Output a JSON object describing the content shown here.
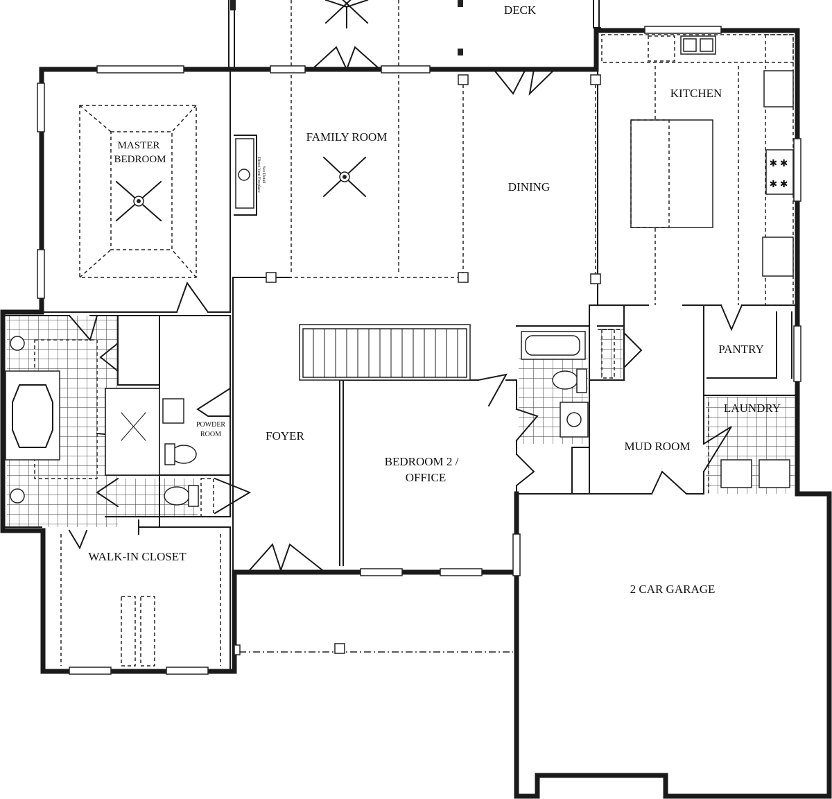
{
  "rooms": {
    "deck": "DECK",
    "kitchen": "KITCHEN",
    "family_room": "FAMILY ROOM",
    "master_bedroom_line1": "MASTER",
    "master_bedroom_line2": "BEDROOM",
    "dining": "DINING",
    "pantry": "PANTRY",
    "laundry": "LAUNDRY",
    "mud_room": "MUD ROOM",
    "powder_room_line1": "POWDER",
    "powder_room_line2": "ROOM",
    "foyer": "FOYER",
    "bedroom2_line1": "BEDROOM 2 /",
    "bedroom2_line2": "OFFICE",
    "walk_in_closet": "WALK-IN CLOSET",
    "garage": "2 CAR GARAGE"
  },
  "notes": {
    "fireplace_line1": "Direct Vent Fireplace",
    "fireplace_line2": "See Detail"
  }
}
